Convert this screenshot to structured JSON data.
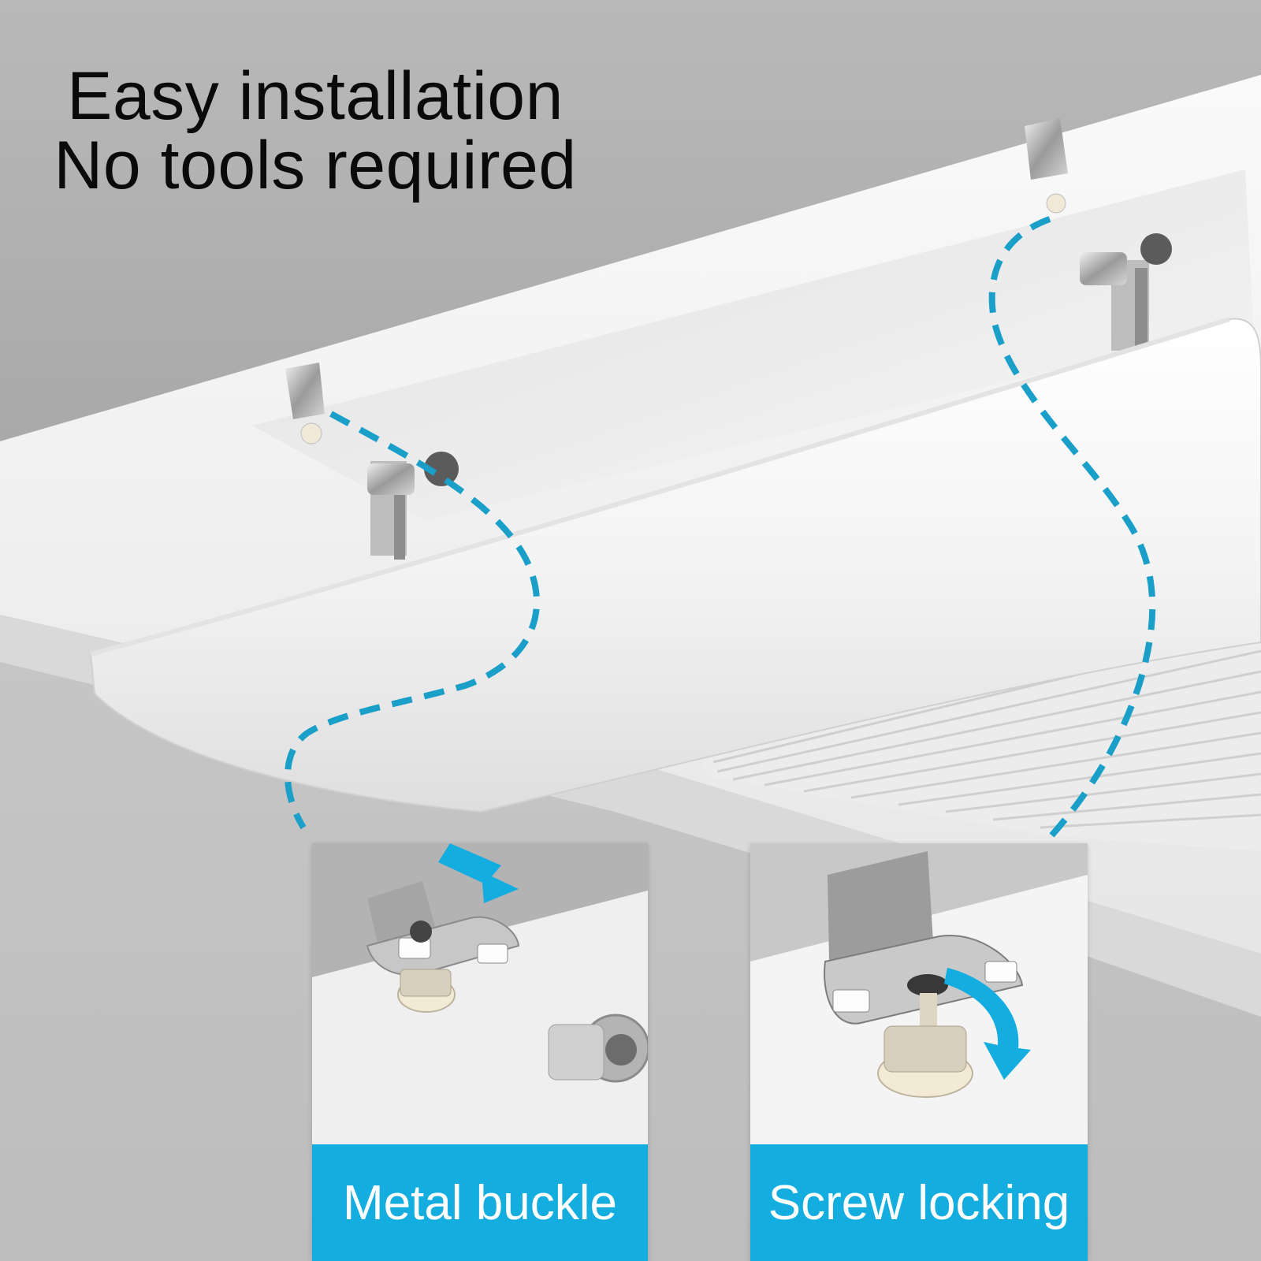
{
  "headline": {
    "line1": "Easy installation",
    "line2": "No tools required"
  },
  "insets": [
    {
      "caption": "Metal buckle"
    },
    {
      "caption": "Screw locking"
    }
  ],
  "colors": {
    "accent": "#13ade0",
    "dash_line": "#1a9fc9",
    "background": "#c4c4c4",
    "deflector": "#f4f4f4"
  }
}
